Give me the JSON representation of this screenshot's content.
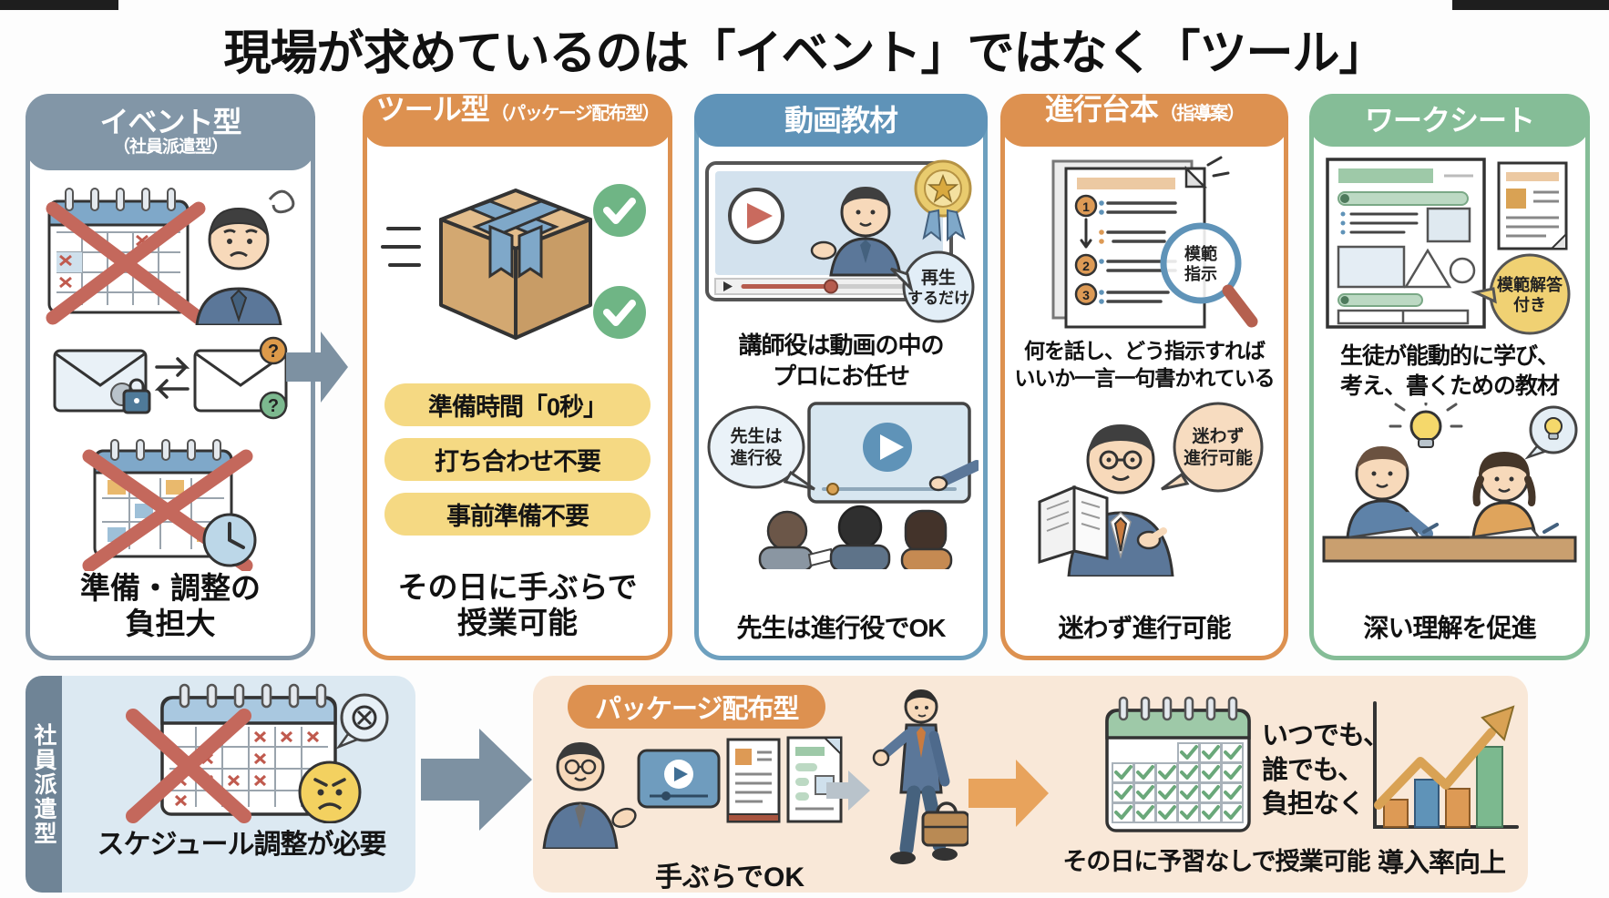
{
  "title": "現場が求めているのは「イベント」ではなく「ツール」",
  "columns": {
    "event": {
      "header": "イベント型",
      "subheader": "（社員派遣型）",
      "caption": "準備・調整の\n負担大"
    },
    "tool": {
      "header": "ツール型",
      "subheader": "（パッケージ配布型）",
      "badges": [
        "準備時間「0秒」",
        "打ち合わせ不要",
        "事前準備不要"
      ],
      "caption": "その日に手ぶらで\n授業可能"
    },
    "video": {
      "header": "動画教材",
      "description": "講師役は動画の中の\nプロにお任せ",
      "play_bubble_line1": "再生",
      "play_bubble_line2": "するだけ",
      "teacher_bubble_line1": "先生は",
      "teacher_bubble_line2": "進行役",
      "caption": "先生は進行役でOK"
    },
    "script": {
      "header": "進行台本",
      "subheader": "（指導案）",
      "description": "何を話し、どう指示すれば\nいいか一言一句書かれている",
      "steps": [
        "1",
        "2",
        "3"
      ],
      "magnifier_line1": "模範",
      "magnifier_line2": "指示",
      "bubble_line1": "迷わず",
      "bubble_line2": "進行可能",
      "caption": "迷わず進行可能"
    },
    "worksheet": {
      "header": "ワークシート",
      "description": "生徒が能動的に学び、\n考え、書くための教材",
      "bubble_line1": "模範解答",
      "bubble_line2": "付き",
      "caption": "深い理解を促進"
    }
  },
  "bottom": {
    "side_tab": "社員派遣型",
    "before_caption": "スケジュール調整が必要",
    "package_header": "パッケージ配布型",
    "caption_hands_free": "手ぶらでOK",
    "note": "いつでも、\n誰でも、\n負担なく",
    "caption_same_day": "その日に予習なしで授業可能",
    "caption_adoption": "導入率向上"
  },
  "glyphs": {
    "question_mark": "?"
  },
  "colors": {
    "slate": "#8296a7",
    "slate_dark": "#6f8496",
    "orange": "#dd9150",
    "blue": "#5f93b8",
    "blue_border": "#6da0bf",
    "green": "#85bd97",
    "yellow_badge": "#f5d983",
    "panel_blue": "#dce9f2",
    "panel_beige": "#f9e8d8",
    "red_x": "#c4685c",
    "arrow_gray": "#7d91a2",
    "arrow_orange": "#e8a35c"
  }
}
